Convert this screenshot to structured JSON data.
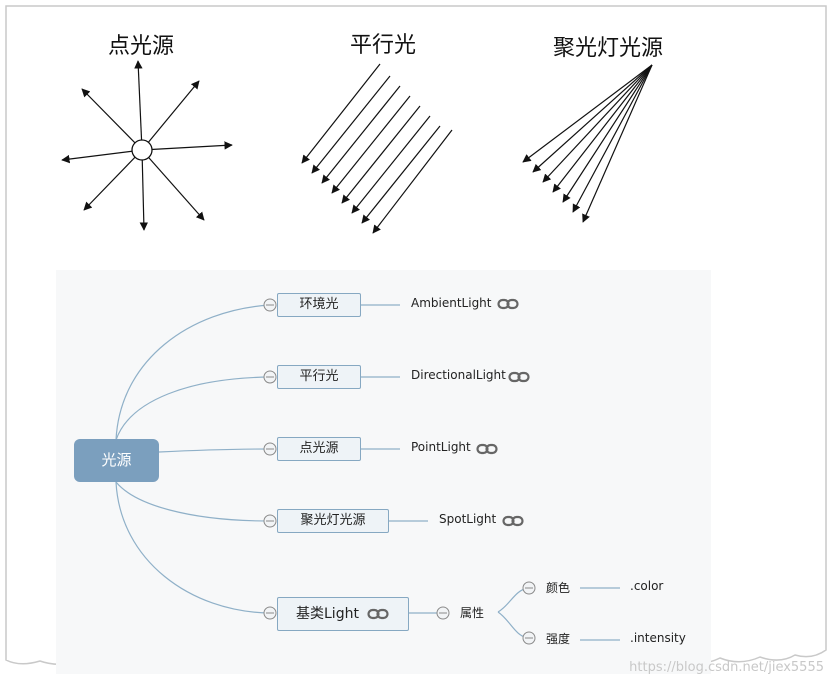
{
  "diagrams": {
    "point_light_title": "点光源",
    "directional_light_title": "平行光",
    "spot_light_title": "聚光灯光源"
  },
  "mindmap": {
    "root": "光源",
    "branches": [
      {
        "label": "环境光",
        "class_name": "AmbientLight"
      },
      {
        "label": "平行光",
        "class_name": "DirectionalLight"
      },
      {
        "label": "点光源",
        "class_name": "PointLight"
      },
      {
        "label": "聚光灯光源",
        "class_name": "SpotLight"
      }
    ],
    "base": {
      "label": "基类Light",
      "property_group": "属性",
      "properties": [
        {
          "label": "颜色",
          "value": ".color"
        },
        {
          "label": "强度",
          "value": ".intensity"
        }
      ]
    }
  },
  "watermark": "https://blog.csdn.net/jiex5555",
  "colors": {
    "root_fill": "#7b9fbe",
    "node_fill": "#eef3f7",
    "node_border": "#86a8c2",
    "connector": "#8fb0c8",
    "link_icon": "#666666"
  }
}
